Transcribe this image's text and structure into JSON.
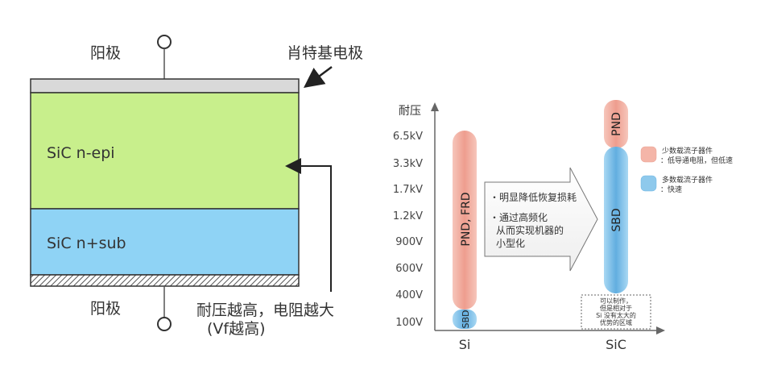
{
  "left": {
    "anode_top": "阳极",
    "schottky_label": "肖特基电极",
    "epi_label": "SiC n-epi",
    "sub_label": "SiC n+sub",
    "anode_bottom": "阳极",
    "note_line1": "耐压越高，电阻越大",
    "note_line2": "(Vf越高)"
  },
  "right": {
    "y_axis_title": "耐压",
    "y_ticks": [
      "6.5kV",
      "3.3kV",
      "1.7kV",
      "1.2kV",
      "900V",
      "600V",
      "400V",
      "100V"
    ],
    "x_labels": [
      "Si",
      "SiC"
    ],
    "si_bar_label": "PND, FRD",
    "si_sbd_label": "SBD",
    "sic_pnd_label": "PND",
    "sic_sbd_label": "SBD",
    "arrow_bullet1": "・明显降低恢复损耗",
    "arrow_bullet2_line1": "・通过高频化",
    "arrow_bullet2_line2": "从而实现机器的",
    "arrow_bullet2_line3": "小型化",
    "note_lines": [
      "可以制作，",
      "但是相对于",
      "Si 没有太大的",
      "优势的区域"
    ],
    "legend": [
      {
        "title": "少数载流子器件",
        "desc": "：低导通电阻，但低速",
        "color": "#f4b5a8"
      },
      {
        "title": "多数载流子器件",
        "desc": "：快速",
        "color": "#8ec9ec"
      }
    ]
  }
}
